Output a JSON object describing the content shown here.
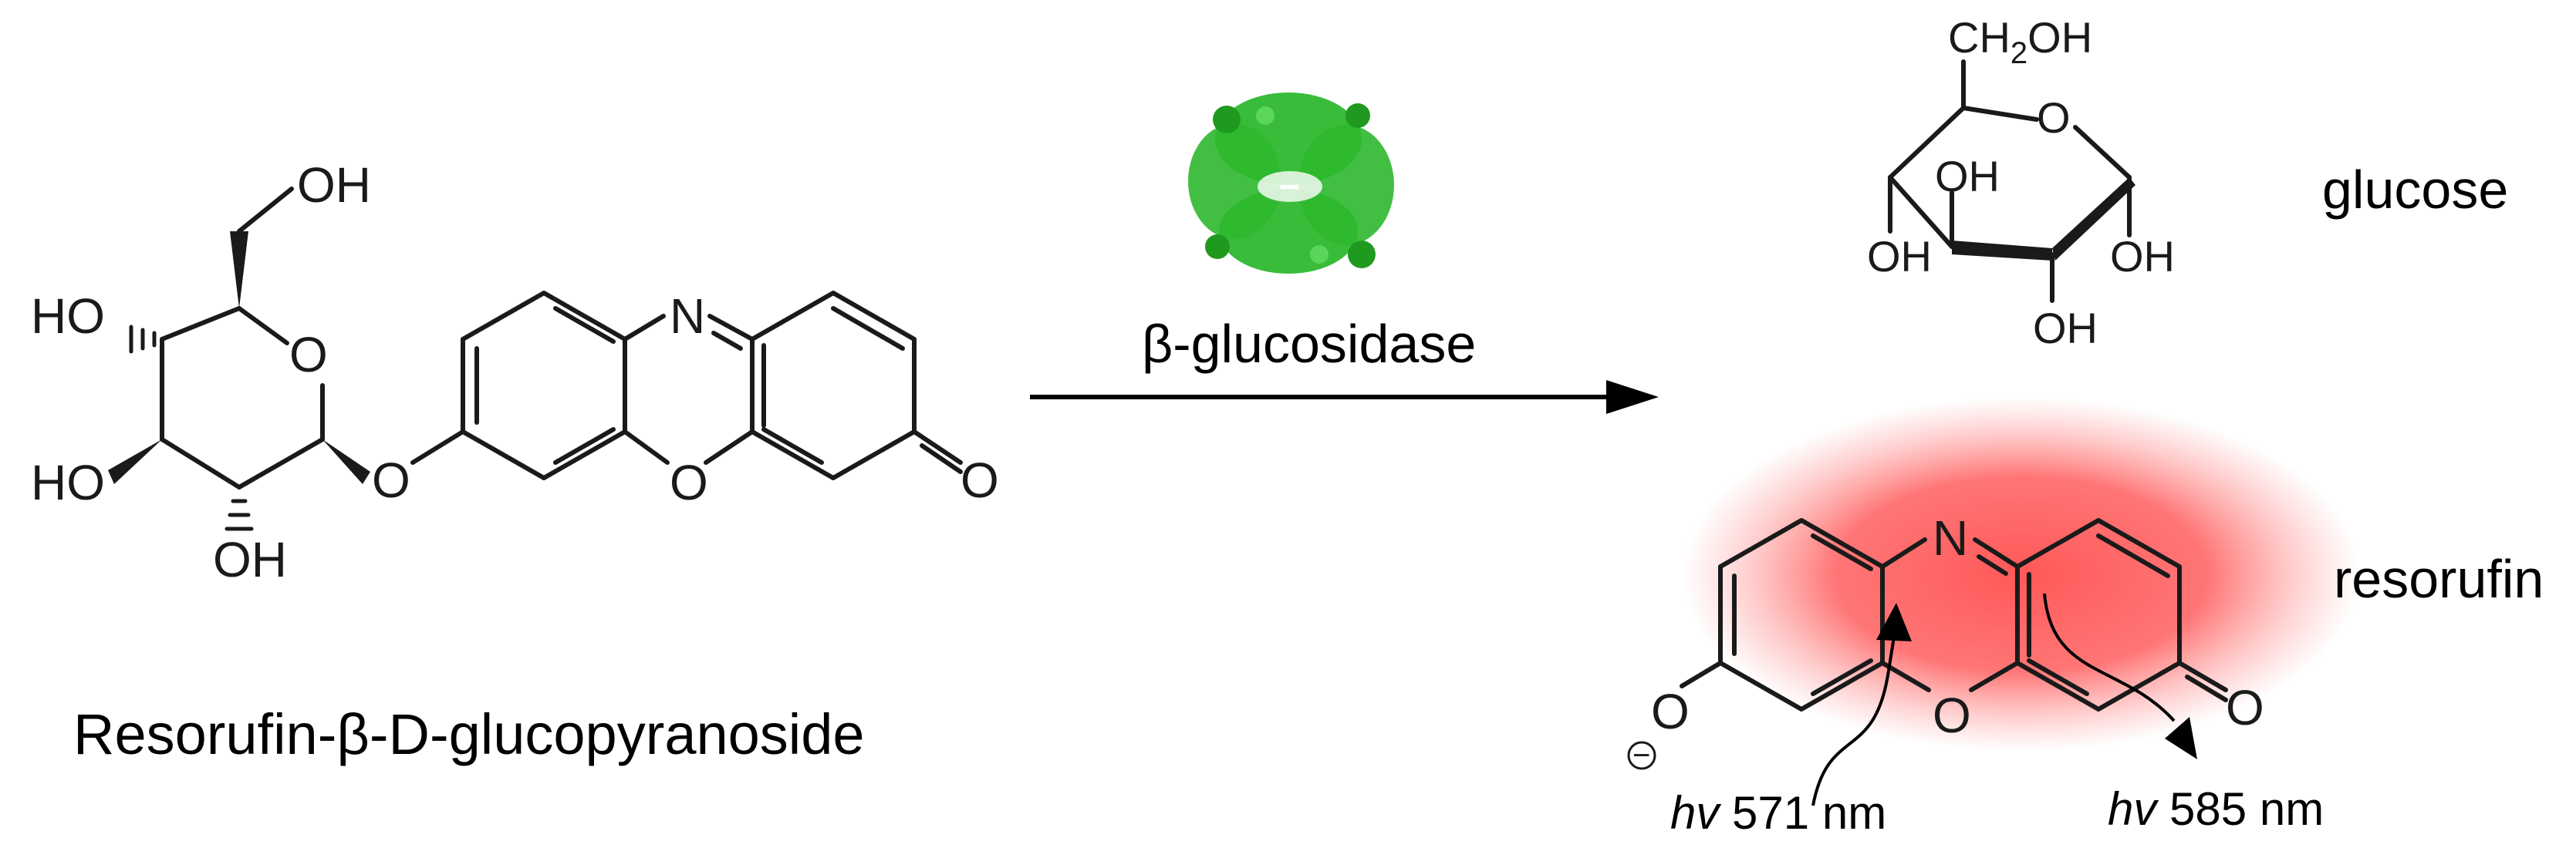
{
  "substrate": {
    "name": "Resorufin-β-D-glucopyranoside",
    "atoms": {
      "oh_top": "OH",
      "ho_left_upper": "HO",
      "ring_o": "O",
      "ho_left_lower": "HO",
      "oh_bottom": "OH",
      "glycosidic_o": "O",
      "n": "N",
      "bridge_o": "O",
      "carbonyl_o": "O"
    }
  },
  "reaction": {
    "enzyme_label": "β-glucosidase",
    "enzyme_color": "#2eb82e"
  },
  "glucose": {
    "name": "glucose",
    "atoms": {
      "ch2oh_prefix": "CH",
      "ch2oh_sub": "2",
      "ch2oh_suffix": "OH",
      "ring_o": "O",
      "oh_c3": "OH",
      "oh_c4": "OH",
      "oh_c1": "OH",
      "oh_c2": "OH"
    }
  },
  "resorufin": {
    "name": "resorufin",
    "glow_color": "#ff3b3b",
    "atoms": {
      "n": "N",
      "bridge_o": "O",
      "carbonyl_o": "O",
      "phenolate_o": "O",
      "charge": "−"
    },
    "excitation": {
      "symbol": "hv",
      "value": "571 nm"
    },
    "emission": {
      "symbol": "hv",
      "value": "585 nm"
    }
  }
}
